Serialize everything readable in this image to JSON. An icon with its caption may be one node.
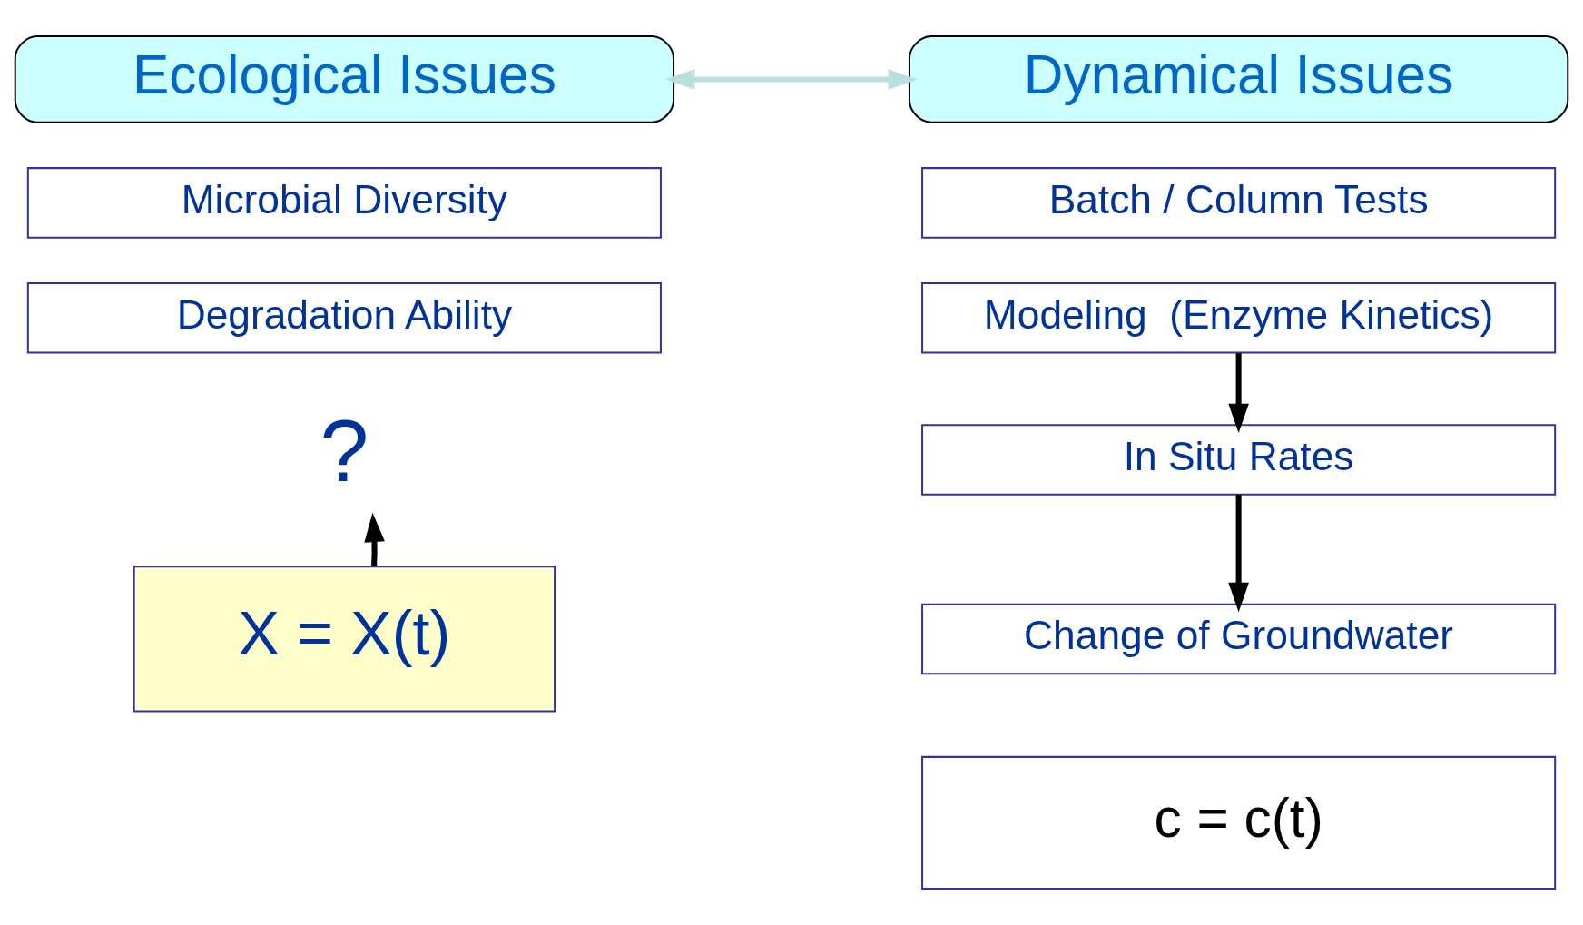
{
  "diagram": {
    "nodes": [
      {
        "text": [
          "Ecological Issues"
        ]
      },
      {
        "text": [
          "Dynamical Issues"
        ]
      },
      {
        "text": [
          "Microbial Diversity"
        ]
      },
      {
        "text": [
          "Degradation Ability"
        ]
      },
      {
        "text": [
          "?"
        ]
      },
      {
        "text": [
          "Batch / Column Tests"
        ]
      },
      {
        "text": [
          "Modeling  (Enzyme Kinetics)"
        ]
      },
      {
        "text": [
          "X = X(t)"
        ]
      },
      {
        "text": [
          "In Situ Rates"
        ]
      },
      {
        "text": [
          "Change of Groundwater"
        ]
      },
      {
        "text": [
          "c = c(t)"
        ]
      }
    ],
    "edges": [
      {
        "from": 0,
        "to": 1,
        "arrow": "both",
        "color": "#b9e0e0"
      },
      {
        "from": 7,
        "to": 4,
        "arrow": "to"
      },
      {
        "from": 6,
        "to": 8,
        "arrow": "to"
      },
      {
        "from": 8,
        "to": 9,
        "arrow": "to"
      }
    ]
  }
}
